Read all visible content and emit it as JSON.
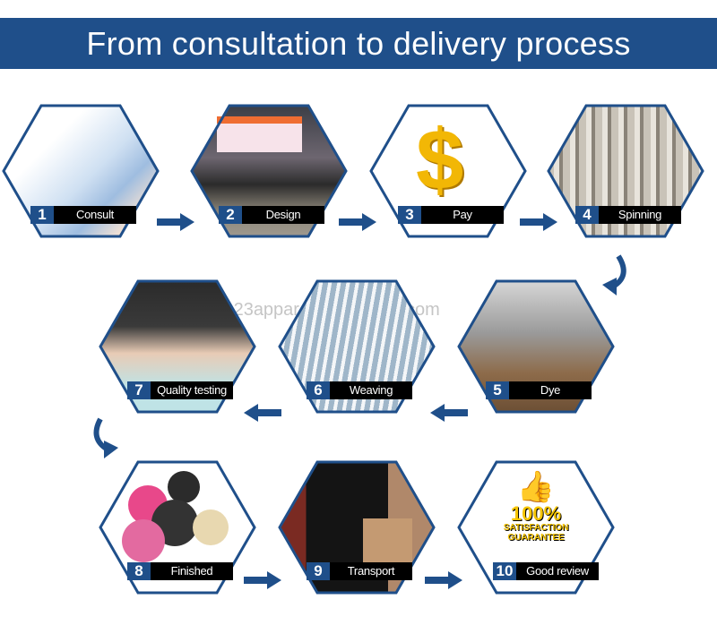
{
  "header": {
    "title": "From consultation to delivery process"
  },
  "watermark": "jc123apparel.en.alibaba.com",
  "colors": {
    "brand": "#1f4f8a",
    "label_bg": "#000000"
  },
  "steps": [
    {
      "number": "1",
      "label": "Consult"
    },
    {
      "number": "2",
      "label": "Design"
    },
    {
      "number": "3",
      "label": "Pay"
    },
    {
      "number": "4",
      "label": "Spinning"
    },
    {
      "number": "5",
      "label": "Dye"
    },
    {
      "number": "6",
      "label": "Weaving"
    },
    {
      "number": "7",
      "label": "Quality testing"
    },
    {
      "number": "8",
      "label": "Finished"
    },
    {
      "number": "9",
      "label": "Transport"
    },
    {
      "number": "10",
      "label": "Good review"
    }
  ],
  "pay_symbol": "$",
  "badge": {
    "percent": "100%",
    "line1": "SATISFACTION",
    "line2": "GUARANTEE"
  }
}
